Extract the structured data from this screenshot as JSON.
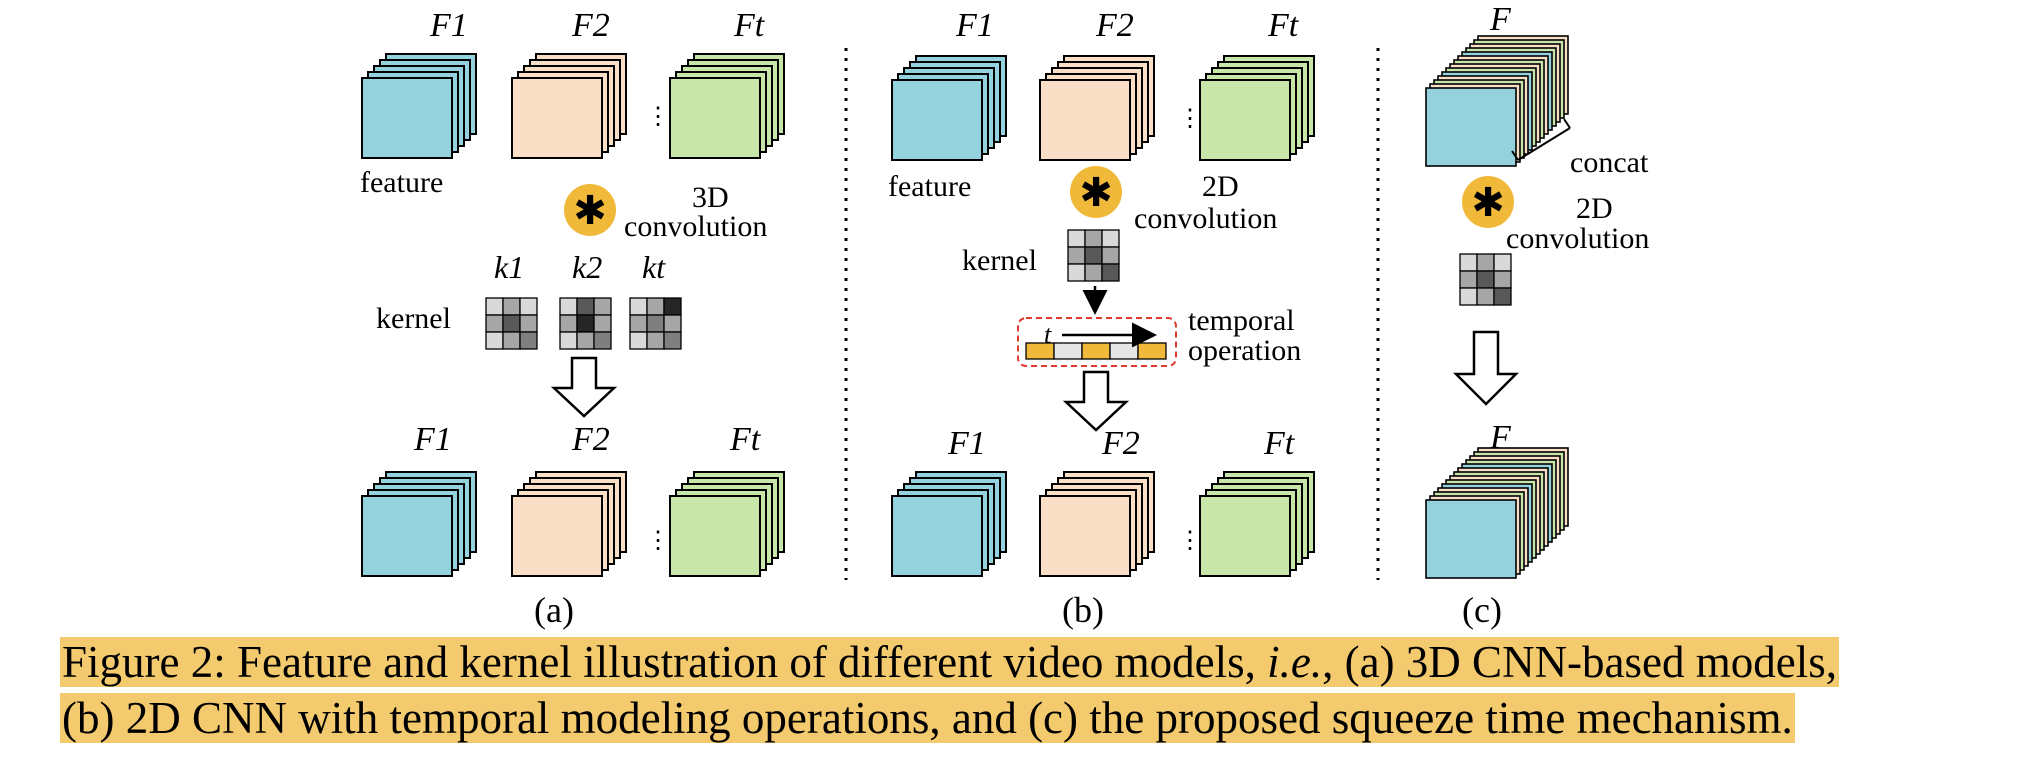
{
  "colors": {
    "blue": "#94d3de",
    "peach": "#f8dfc6",
    "green": "#c8e6aa",
    "operator": "#f0b93a",
    "highlight": "#f3ca6e",
    "dashed_box": "#e0392e",
    "kernel_cells": [
      "#d9d9d9",
      "#a6a6a6",
      "#595959",
      "#262626",
      "#7f7f7f"
    ]
  },
  "panel_a": {
    "top_labels": [
      "F1",
      "F2",
      "Ft"
    ],
    "feature_label": "feature",
    "conv_label_line1": "3D",
    "conv_label_line2": "convolution",
    "kernel_label": "kernel",
    "kernel_sub_labels": [
      "k1",
      "k2",
      "kt"
    ],
    "bottom_labels": [
      "F1",
      "F2",
      "Ft"
    ],
    "panel_label": "(a)"
  },
  "panel_b": {
    "top_labels": [
      "F1",
      "F2",
      "Ft"
    ],
    "feature_label": "feature",
    "conv_label_line1": "2D",
    "conv_label_line2": "convolution",
    "kernel_label": "kernel",
    "time_label": "t",
    "temporal_label_line1": "temporal",
    "temporal_label_line2": "operation",
    "bottom_labels": [
      "F1",
      "F2",
      "Ft"
    ],
    "panel_label": "(b)"
  },
  "panel_c": {
    "top_label": "F",
    "concat_label": "concat",
    "conv_label_line1": "2D",
    "conv_label_line2": "convolution",
    "bottom_label": "F",
    "panel_label": "(c)"
  },
  "ellipsis": "⋮",
  "operator_symbol": "✱",
  "caption": {
    "line1_a": "Figure 2: Feature and kernel illustration of different video models, ",
    "line1_em": "i.e.",
    "line1_b": ", (a) 3D CNN-based models,",
    "line2": "(b) 2D CNN with temporal modeling operations, and (c) the proposed squeeze time mechanism."
  }
}
